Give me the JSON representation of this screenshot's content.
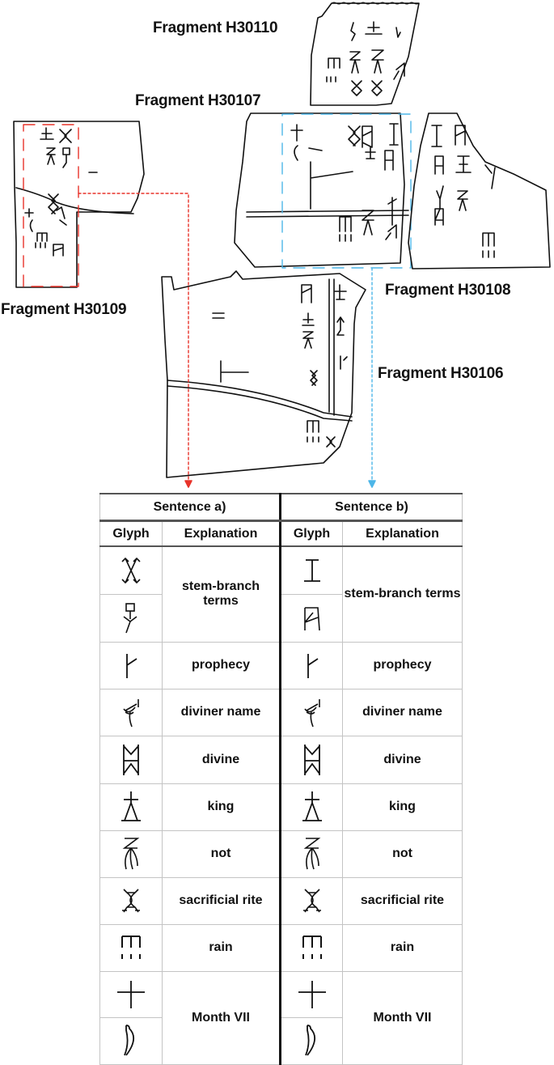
{
  "figure": {
    "fragments": [
      {
        "id": "H30110",
        "label": "Fragment H30110"
      },
      {
        "id": "H30107",
        "label": "Fragment H30107"
      },
      {
        "id": "H30109",
        "label": "Fragment H30109"
      },
      {
        "id": "H30108",
        "label": "Fragment H30108"
      },
      {
        "id": "H30106",
        "label": "Fragment H30106"
      }
    ],
    "highlight_colors": {
      "sentence_a": "#e8332a",
      "sentence_b": "#4db6e8"
    }
  },
  "table": {
    "sentences": [
      {
        "title": "Sentence a)",
        "glyph_header": "Glyph",
        "explanation_header": "Explanation"
      },
      {
        "title": "Sentence b)",
        "glyph_header": "Glyph",
        "explanation_header": "Explanation"
      }
    ],
    "rows": [
      {
        "explanation": "stem-branch terms",
        "glyphs_a": [
          "stem-branch-glyph-a1",
          "stem-branch-glyph-a2"
        ],
        "glyphs_b": [
          "stem-branch-glyph-b1",
          "stem-branch-glyph-b2"
        ]
      },
      {
        "explanation": "prophecy",
        "glyph": "prophecy-glyph"
      },
      {
        "explanation": "diviner name",
        "glyph": "diviner-name-glyph"
      },
      {
        "explanation": "divine",
        "glyph": "divine-glyph"
      },
      {
        "explanation": "king",
        "glyph": "king-glyph"
      },
      {
        "explanation": "not",
        "glyph": "not-glyph"
      },
      {
        "explanation": "sacrificial rite",
        "glyph": "sacrificial-rite-glyph"
      },
      {
        "explanation": "rain",
        "glyph": "rain-glyph"
      },
      {
        "explanation": "Month VII",
        "glyphs": [
          "seven-glyph",
          "moon-glyph"
        ]
      }
    ]
  }
}
